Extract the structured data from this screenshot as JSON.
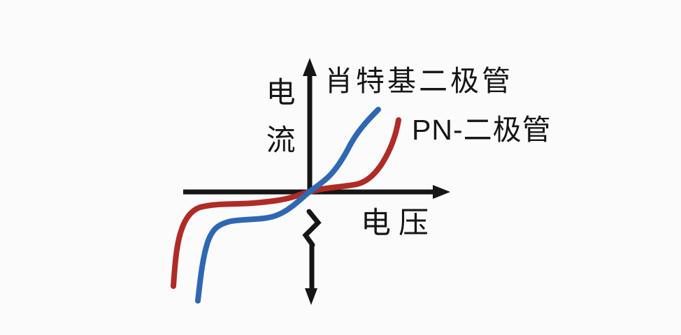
{
  "figure": {
    "background_color": "#fbfbfb",
    "ink_color": "#161616",
    "y_axis_label": "电流",
    "x_axis_label": "电压"
  },
  "series": [
    {
      "name": "肖特基二极管",
      "color": "#2f68b2"
    },
    {
      "name": "PN-二极管",
      "color": "#b02a26"
    }
  ],
  "chart_data": {
    "type": "line",
    "title": "",
    "xlabel": "电压",
    "ylabel": "电流",
    "axes_numbered": false,
    "grid": false,
    "legend_position": "inline-annotations",
    "features": {
      "negative_y_axis_break": true,
      "description_units": "arbitrary qualitative units, origin at 0,0"
    },
    "series": [
      {
        "name": "肖特基二极管",
        "color": "#2f68b2",
        "points": [
          [
            -0.89,
            -1.3
          ],
          [
            -0.85,
            -0.75
          ],
          [
            -0.81,
            -0.6
          ],
          [
            -0.72,
            -0.38
          ],
          [
            -0.63,
            -0.35
          ],
          [
            -0.45,
            -0.33
          ],
          [
            -0.26,
            -0.28
          ],
          [
            -0.12,
            -0.13
          ],
          [
            -0.02,
            -0.02
          ],
          [
            0.08,
            0.08
          ],
          [
            0.14,
            0.17
          ],
          [
            0.23,
            0.35
          ],
          [
            0.31,
            0.52
          ],
          [
            0.4,
            0.75
          ],
          [
            0.54,
            0.98
          ]
        ]
      },
      {
        "name": "PN-二极管",
        "color": "#b02a26",
        "points": [
          [
            -1.08,
            -1.13
          ],
          [
            -1.05,
            -0.7
          ],
          [
            -1.02,
            -0.47
          ],
          [
            -0.94,
            -0.24
          ],
          [
            -0.87,
            -0.18
          ],
          [
            -0.65,
            -0.14
          ],
          [
            -0.45,
            -0.13
          ],
          [
            -0.28,
            -0.1
          ],
          [
            -0.11,
            -0.05
          ],
          [
            0.03,
            0.01
          ],
          [
            0.09,
            0.03
          ],
          [
            0.25,
            0.07
          ],
          [
            0.37,
            0.09
          ],
          [
            0.48,
            0.18
          ],
          [
            0.57,
            0.33
          ],
          [
            0.65,
            0.62
          ],
          [
            0.71,
            0.86
          ]
        ]
      }
    ]
  }
}
